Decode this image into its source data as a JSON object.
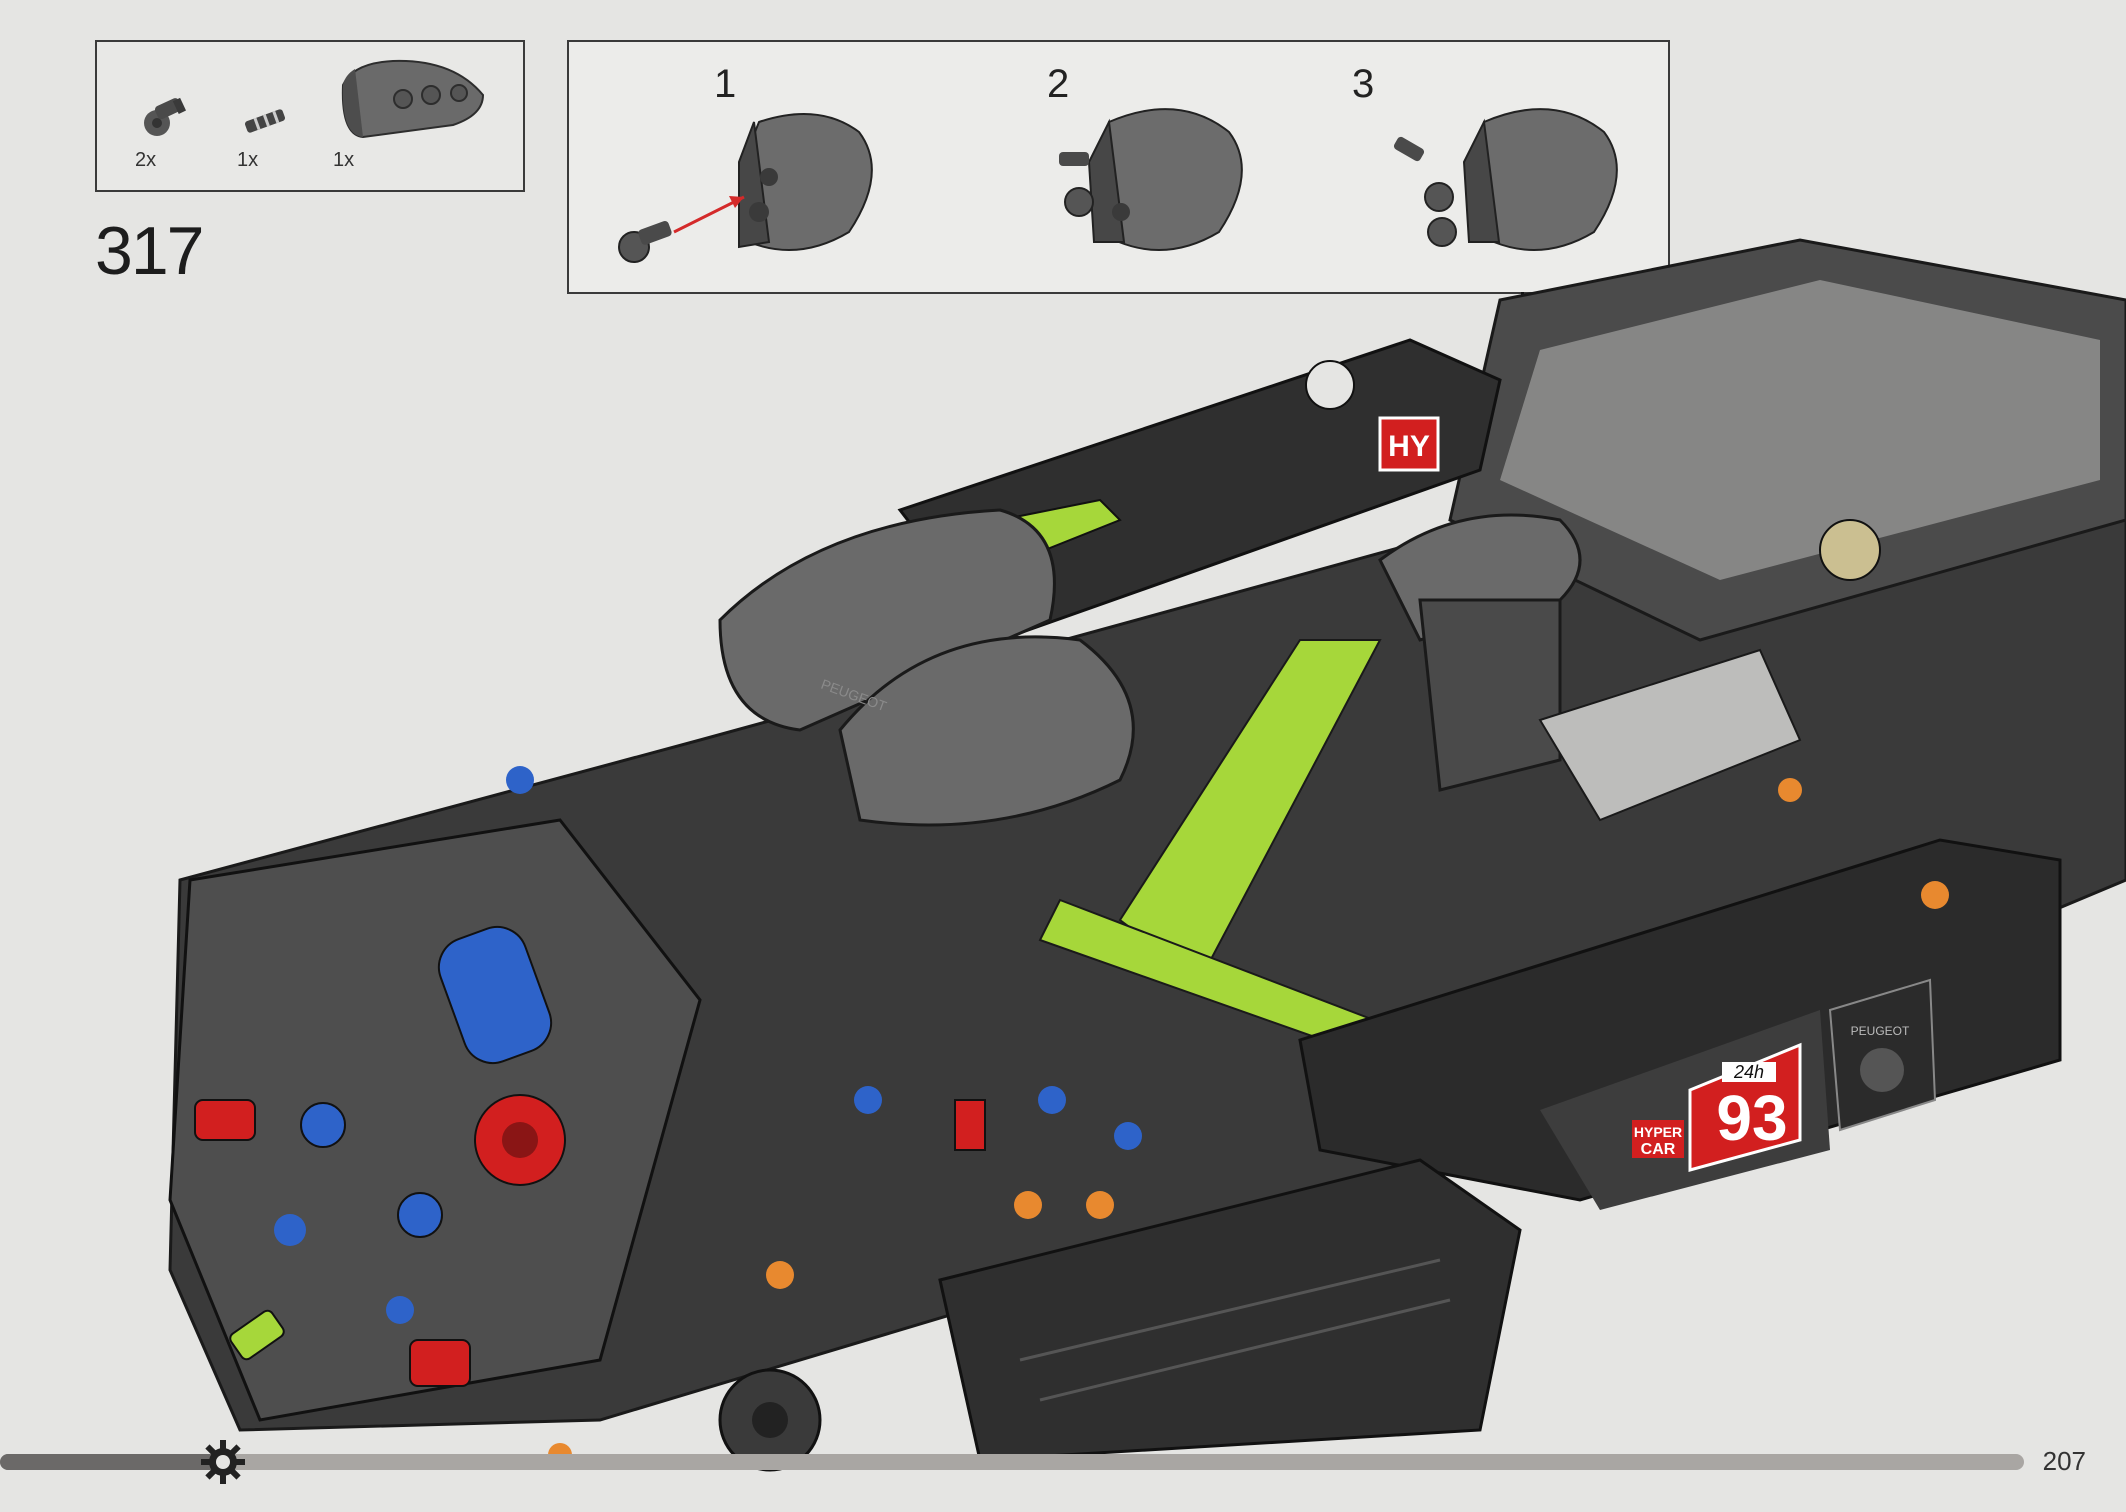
{
  "step": {
    "number": "317"
  },
  "parts": [
    {
      "icon": "axle-pin-with-bush-icon",
      "qty": "2x"
    },
    {
      "icon": "axle-connector-icon",
      "qty": "1x"
    },
    {
      "icon": "curved-panel-icon",
      "qty": "1x"
    }
  ],
  "substeps": [
    {
      "number": "1"
    },
    {
      "number": "2"
    },
    {
      "number": "3"
    }
  ],
  "decals": {
    "hy_label": "HY",
    "race_number": "93",
    "hypercar_top": "HYPER",
    "hypercar_bottom": "CAR",
    "le_mans_mark": "24h",
    "brand_text": "PEUGEOT"
  },
  "progress": {
    "fraction": 0.11
  },
  "page": {
    "number": "207"
  },
  "colors": {
    "background": "#e5e5e3",
    "frame_dark": "#2b2b2b",
    "lime": "#a6d73a",
    "blue": "#2e63c9",
    "red": "#d21f1f",
    "panel_gray": "#6a6a6a"
  }
}
